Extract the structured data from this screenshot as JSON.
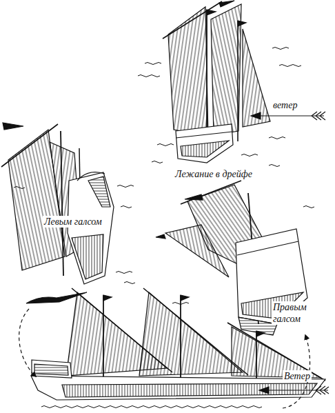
{
  "diagram": {
    "labels": [
      "ветер",
      "Лежание в дрейфе",
      "Левым галсом",
      "Правым галсом",
      "Ветер"
    ]
  }
}
